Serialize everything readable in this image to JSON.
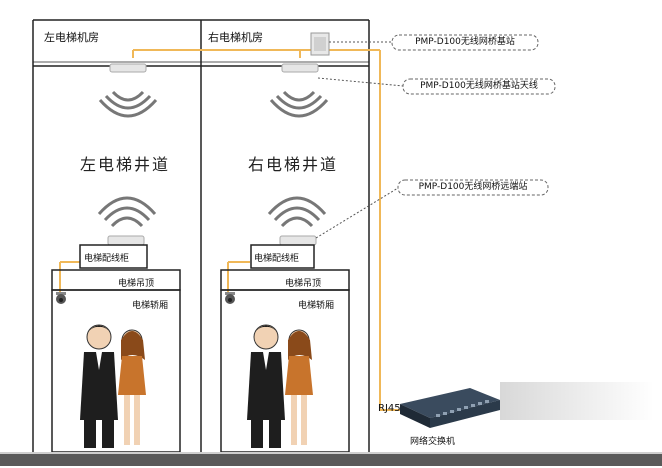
{
  "rooms": {
    "left_machine_room": "左电梯机房",
    "right_machine_room": "右电梯机房"
  },
  "shafts": {
    "left_shaft": "左电梯井道",
    "right_shaft": "右电梯井道"
  },
  "boxes": {
    "left_distribution_box": "电梯配线柜",
    "right_distribution_box": "电梯配线柜",
    "left_ceiling": "电梯吊顶",
    "right_ceiling": "电梯吊顶",
    "left_car": "电梯轿厢",
    "right_car": "电梯轿厢"
  },
  "callouts": {
    "base_station": "PMP-D100无线网桥基站",
    "base_station_antenna": "PMP-D100无线网桥基站天线",
    "remote_station": "PMP-D100无线网桥远端站"
  },
  "network": {
    "rj45": "RJ45",
    "switch_label": "网络交换机"
  },
  "colors": {
    "cable": "#f0b858",
    "wall": "#222222",
    "switch_body": "#2b3a4a"
  },
  "icons": [
    "access-point-icon",
    "wifi-signal-icon",
    "camera-icon",
    "people-icon",
    "network-switch-icon"
  ]
}
